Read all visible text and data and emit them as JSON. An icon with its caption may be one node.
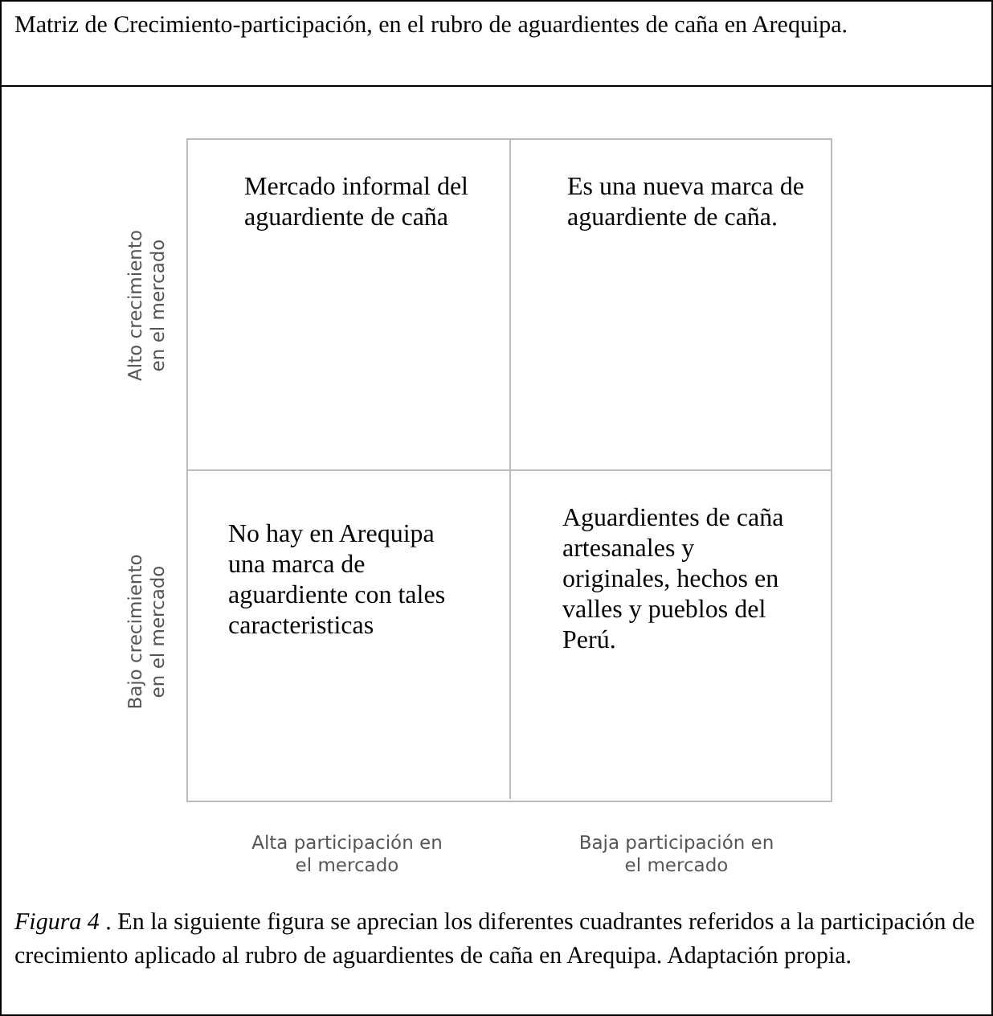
{
  "diagram": {
    "title": "Matriz de Crecimiento-participación, en el rubro de aguardientes de caña en Arequipa.",
    "caption": "*Figura 4* . En la siguiente figura se aprecian los diferentes cuadrantes referidos a la participación de crecimiento aplicado al rubro de aguardientes de caña en Arequipa. Adaptación propia.",
    "nodes": [
      {
        "text": [
          "Mercado informal del aguardiente de caña"
        ]
      },
      {
        "text": [
          "Es una nueva marca de aguardiente de caña."
        ]
      },
      {
        "text": [
          "No hay en Arequipa una marca de aguardiente con tales caracteristicas"
        ]
      },
      {
        "text": [
          "Aguardientes de caña artesanales y originales, hechos en valles y pueblos del Perú."
        ]
      }
    ],
    "labels": [
      "Alto crecimiento en el mercado",
      "Bajo crecimiento en el mercado",
      "Alta participación en el mercado",
      "Baja participación en el mercado"
    ]
  }
}
